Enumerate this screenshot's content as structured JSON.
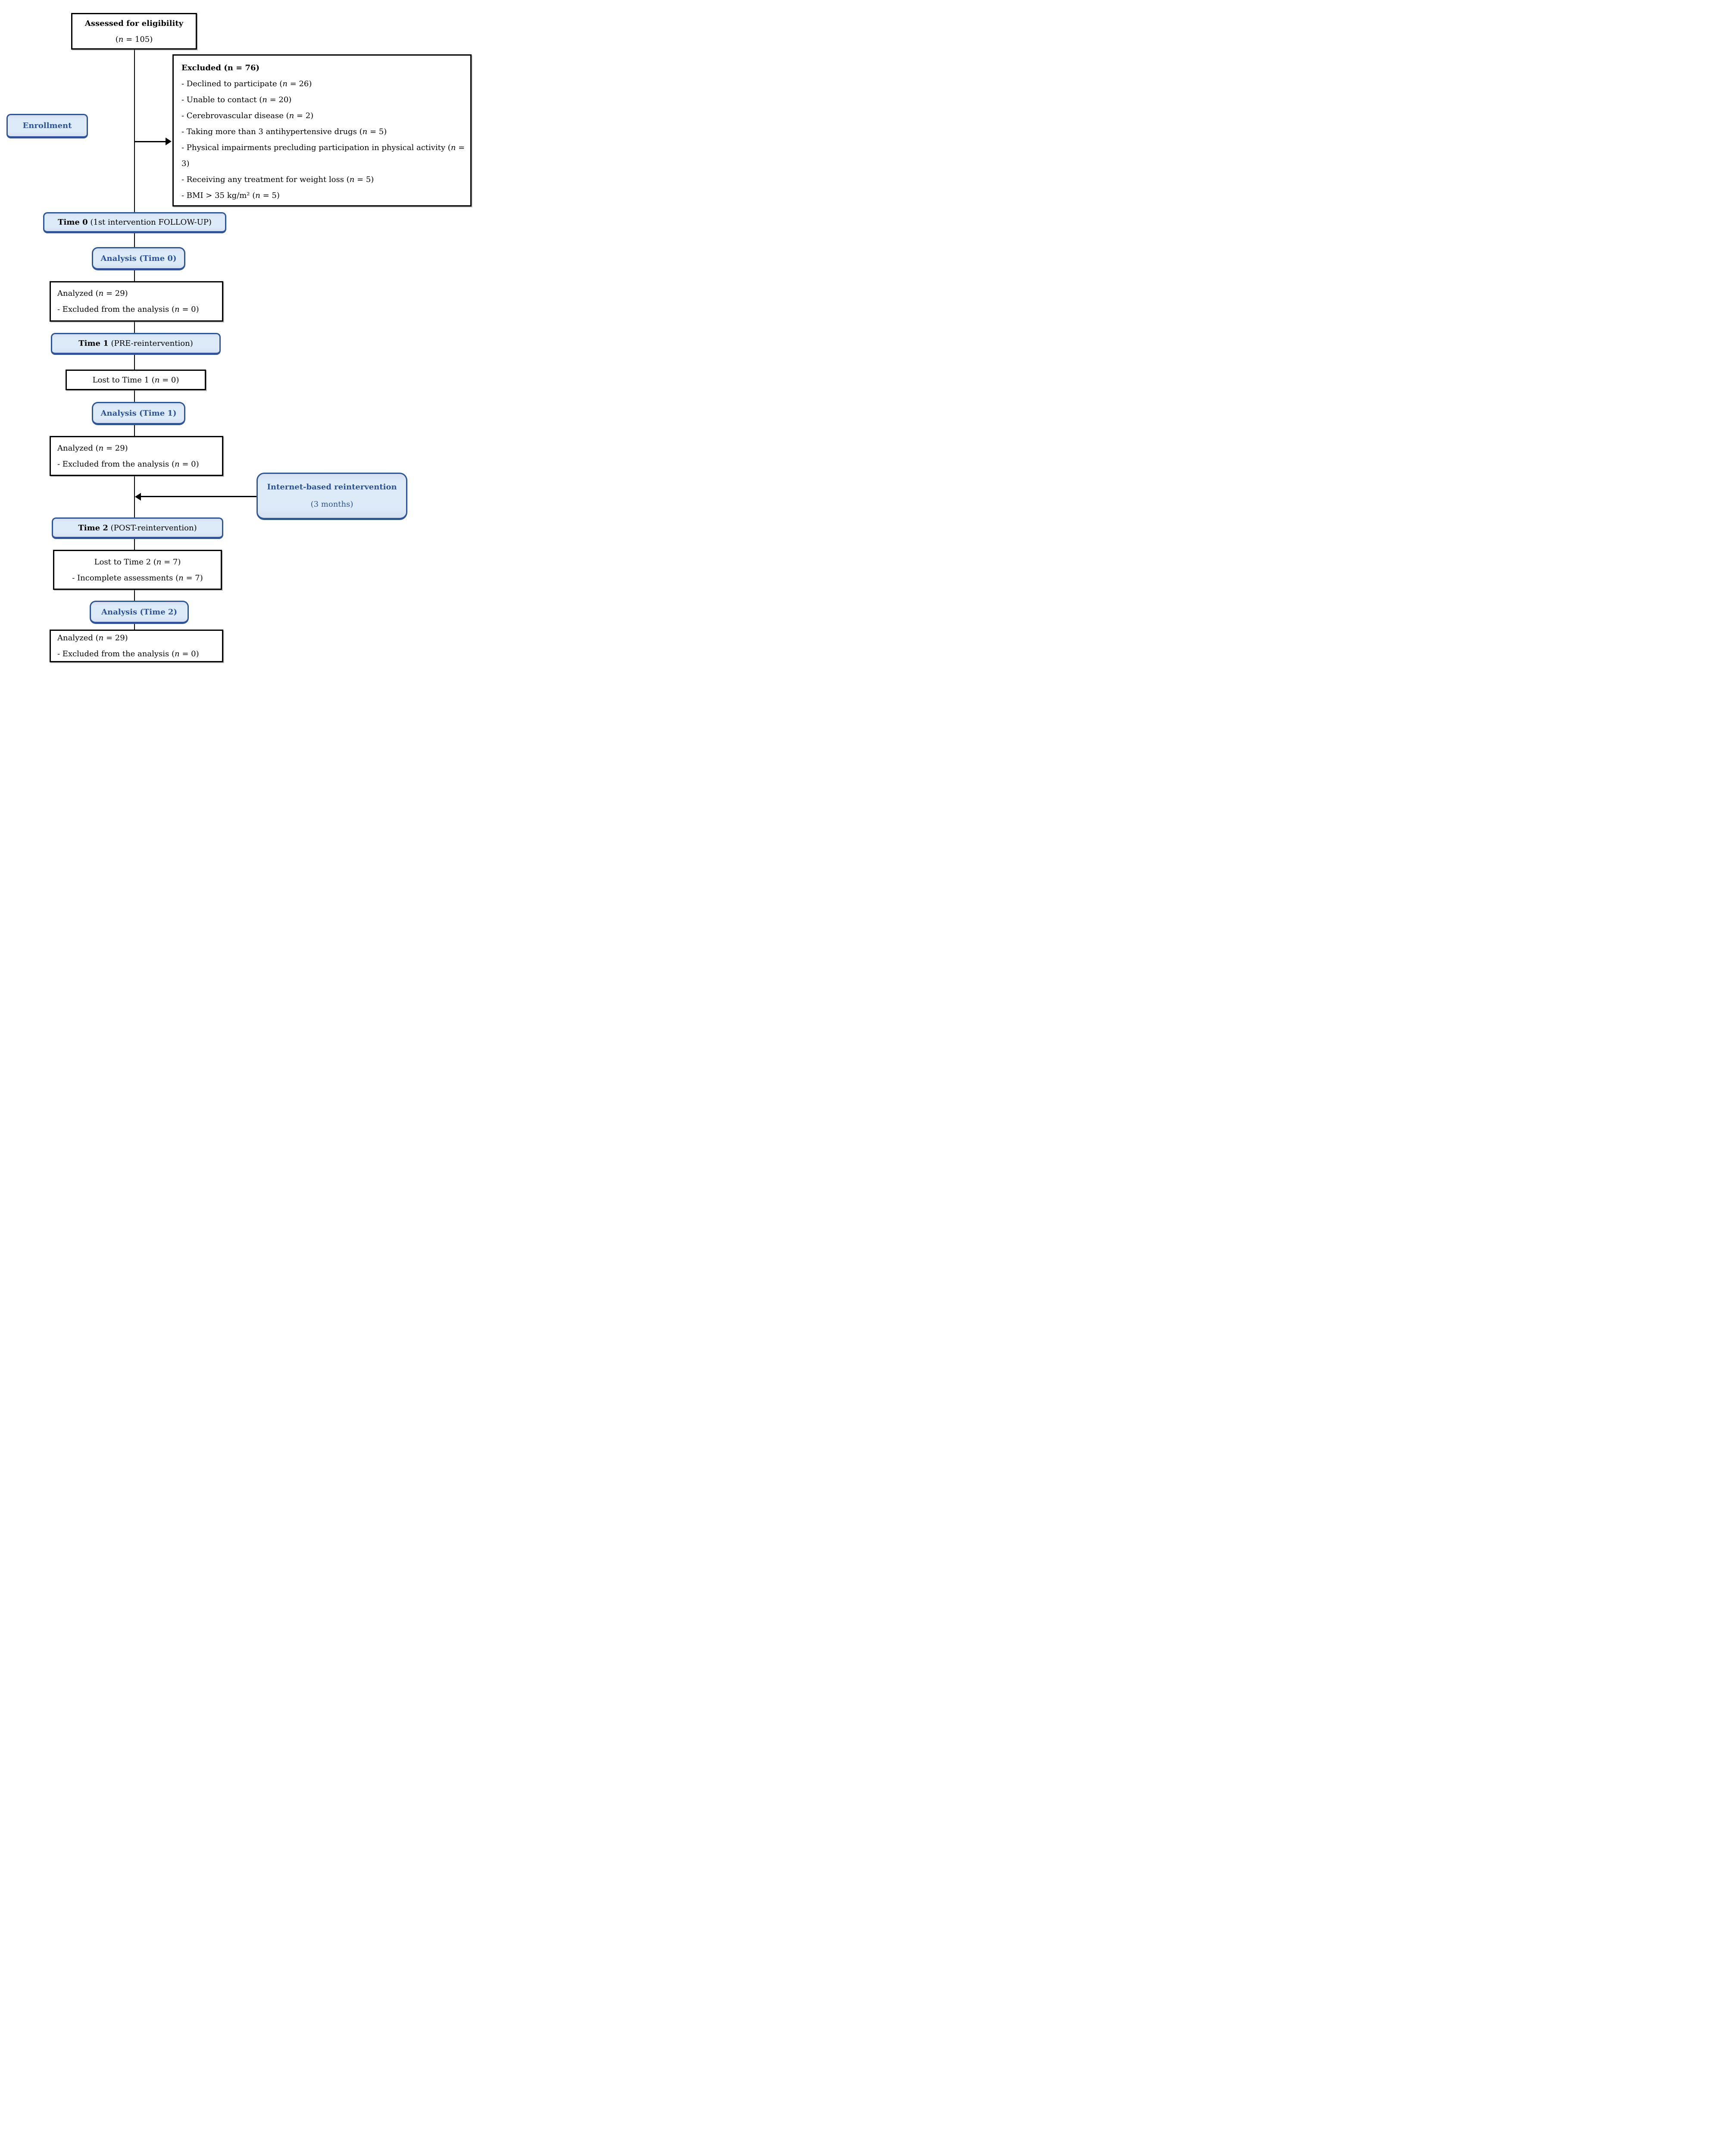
{
  "colors": {
    "accent_border": "#2F5597",
    "accent_fill_light": "#DDEBF9",
    "accent_fill_edge": "#D5DFF0",
    "accent_text": "#2D5394",
    "box_border": "#000000",
    "text": "#000000",
    "background": "#FFFFFF"
  },
  "flow": {
    "assessed": {
      "lines": [
        [
          {
            "t": "Assessed for eligibility",
            "s": "b"
          }
        ],
        [
          {
            "t": "(",
            "s": "r"
          },
          {
            "t": "n",
            "s": "i"
          },
          {
            "t": " = 105)",
            "s": "r"
          }
        ]
      ]
    },
    "excluded": {
      "lines": [
        [
          {
            "t": "Excluded (n = 76)",
            "s": "b"
          }
        ],
        [
          {
            "t": "- Declined to participate (",
            "s": "r"
          },
          {
            "t": "n",
            "s": "i"
          },
          {
            "t": " = 26)",
            "s": "r"
          }
        ],
        [
          {
            "t": "- Unable to contact (",
            "s": "r"
          },
          {
            "t": "n",
            "s": "i"
          },
          {
            "t": " = 20)",
            "s": "r"
          }
        ],
        [
          {
            "t": "- Cerebrovascular disease (",
            "s": "r"
          },
          {
            "t": "n",
            "s": "i"
          },
          {
            "t": " = 2)",
            "s": "r"
          }
        ],
        [
          {
            "t": "- Taking more than 3 antihypertensive drugs (",
            "s": "r"
          },
          {
            "t": "n",
            "s": "i"
          },
          {
            "t": " = 5)",
            "s": "r"
          }
        ],
        [
          {
            "t": "- Physical impairments precluding participation in physical activity (",
            "s": "r"
          },
          {
            "t": "n",
            "s": "i"
          },
          {
            "t": " =",
            "s": "r"
          }
        ],
        [
          {
            "t": "3)",
            "s": "r"
          }
        ],
        [
          {
            "t": "- Receiving any treatment for weight loss (",
            "s": "r"
          },
          {
            "t": "n",
            "s": "i"
          },
          {
            "t": " = 5)",
            "s": "r"
          }
        ],
        [
          {
            "t": "- BMI > 35 kg/m² (",
            "s": "r"
          },
          {
            "t": "n",
            "s": "i"
          },
          {
            "t": " = 5)",
            "s": "r"
          }
        ]
      ]
    },
    "enrollment": {
      "label": "Enrollment"
    },
    "time0": {
      "lines": [
        [
          {
            "t": "Time 0",
            "s": "b"
          },
          {
            "t": " (1st intervention FOLLOW-UP)",
            "s": "r"
          }
        ]
      ]
    },
    "analysis_time0": {
      "label": "Analysis (Time 0)"
    },
    "analyzed_time0": {
      "lines": [
        [
          {
            "t": "Analyzed (",
            "s": "r"
          },
          {
            "t": "n",
            "s": "i"
          },
          {
            "t": " = 29)",
            "s": "r"
          }
        ],
        [
          {
            "t": "- Excluded from the analysis (",
            "s": "r"
          },
          {
            "t": "n",
            "s": "i"
          },
          {
            "t": " = 0)",
            "s": "r"
          }
        ]
      ]
    },
    "time1": {
      "lines": [
        [
          {
            "t": "Time 1",
            "s": "b"
          },
          {
            "t": " (PRE-reintervention)",
            "s": "r"
          }
        ]
      ]
    },
    "lost_time1": {
      "lines": [
        [
          {
            "t": "Lost to Time 1 (",
            "s": "r"
          },
          {
            "t": "n",
            "s": "i"
          },
          {
            "t": " = 0)",
            "s": "r"
          }
        ]
      ]
    },
    "analysis_time1": {
      "label": "Analysis (Time 1)"
    },
    "analyzed_time1": {
      "lines": [
        [
          {
            "t": "Analyzed (",
            "s": "r"
          },
          {
            "t": "n",
            "s": "i"
          },
          {
            "t": " = 29)",
            "s": "r"
          }
        ],
        [
          {
            "t": "- Excluded from the analysis (",
            "s": "r"
          },
          {
            "t": "n",
            "s": "i"
          },
          {
            "t": " = 0)",
            "s": "r"
          }
        ]
      ]
    },
    "reintervention": {
      "title": "Internet-based reintervention",
      "subtitle": "(3 months)"
    },
    "time2": {
      "lines": [
        [
          {
            "t": "Time 2",
            "s": "b"
          },
          {
            "t": " (POST-reintervention)",
            "s": "r"
          }
        ]
      ]
    },
    "lost_time2": {
      "lines": [
        [
          {
            "t": "Lost to Time 2 (",
            "s": "r"
          },
          {
            "t": "n",
            "s": "i"
          },
          {
            "t": " = 7)",
            "s": "r"
          }
        ],
        [
          {
            "t": "- Incomplete assessments (",
            "s": "r"
          },
          {
            "t": "n",
            "s": "i"
          },
          {
            "t": " = 7)",
            "s": "r"
          }
        ]
      ]
    },
    "analysis_time2": {
      "label": "Analysis (Time 2)"
    },
    "analyzed_time2": {
      "lines": [
        [
          {
            "t": "Analyzed (",
            "s": "r"
          },
          {
            "t": "n",
            "s": "i"
          },
          {
            "t": " = 29)",
            "s": "r"
          }
        ],
        [
          {
            "t": "- Excluded from the analysis (",
            "s": "r"
          },
          {
            "t": "n",
            "s": "i"
          },
          {
            "t": " = 0)",
            "s": "r"
          }
        ]
      ]
    }
  }
}
